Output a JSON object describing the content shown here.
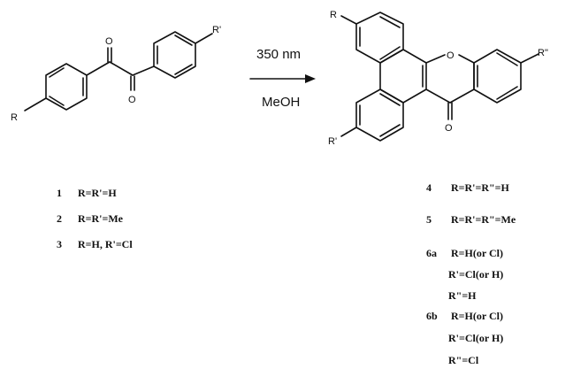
{
  "reaction": {
    "condition_top": "350 nm",
    "condition_bottom": "MeOH"
  },
  "reactant": {
    "atoms": {
      "r": "R",
      "r1": "R'",
      "o1": "O",
      "o2": "O"
    },
    "variants": [
      {
        "num": "1",
        "text": "R=R'=H"
      },
      {
        "num": "2",
        "text": "R=R'=Me"
      },
      {
        "num": "3",
        "text": "R=H,  R'=Cl"
      }
    ]
  },
  "product": {
    "atoms": {
      "r": "R",
      "r1": "R'",
      "r2": "R\"",
      "o_ring": "O",
      "o_keto": "O"
    },
    "variants": [
      {
        "num": "4",
        "lines": [
          "R=R'=R\"=H"
        ]
      },
      {
        "num": "5",
        "lines": [
          "R=R'=R\"=Me"
        ]
      },
      {
        "num": "6a",
        "lines": [
          "R=H(or  Cl)",
          "R'=Cl(or  H)",
          "R\"=H"
        ]
      },
      {
        "num": "6b",
        "lines": [
          "R=H(or  Cl)",
          "R'=Cl(or  H)",
          "R\"=Cl"
        ]
      }
    ]
  }
}
